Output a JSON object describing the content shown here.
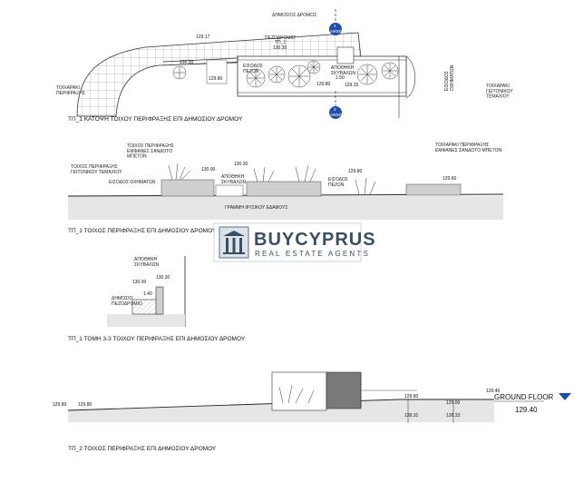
{
  "plan": {
    "road_label": "ΔΗΜΟΣΙΟΣ ΔΡΟΜΟΣ",
    "sidewalk_label": "ΠΕΖΟΔΡΟΜΙΟ",
    "tp1_tag": "ΤΠ_1",
    "pedestrian_entrance": "ΕΙΣΟΔΟΣ\nΠΕΖΩΝ",
    "bin_storage": "ΑΠΟΘΗΚΗ\nΣΚΥΒΑΛΩΝ",
    "neighbor_left": "ΤΟΙΧΑΡΑΚΙ\nΠΕΡΙΦΡΑΞΗΣ",
    "neighbor_right": "ΤΟΙΧΑΡΑΚΙ\nΓΕΙΤΟΝΙΚΟΥ\nΤΕΜΑΧΙΟΥ",
    "vehicle_entrance": "ΕΙΣΟΔΟΣ\nΟΧΗΜΑΤΩΝ",
    "levels": [
      "129.17",
      "130.30",
      "129.80",
      "129.15",
      "1.50",
      "130.30",
      "129.80"
    ],
    "section_num": "3",
    "section_sheet": "A9000",
    "caption": "ΤΠ_1 ΚΑΤΟΨΗ ΤΟΙΧΟΥ ΠΕΡΙΦΡΑΞΗΣ ΕΠΙ ΔΗΜΟΣΙΟΥ ΔΡΟΜΟΥ"
  },
  "elevation1": {
    "left_note": "ΤΟΙΧΟΣ ΠΕΡΙΦΡΑΞΗΣ\nΓΕΙΤΟΝΙΚΟΥ ΤΕΜΑΧΙΟΥ",
    "center_note": "ΤΟΙΧΟΣ ΠΕΡΙΦΡΑΞΗΣ\nΕΜΦΑΝΕΣ ΣΑΝΔΟΤΟ\nΜΠΕΤΟΝ",
    "right_note": "ΤΟΙΧΑΡΑΚΙ ΠΕΡΙΦΡΑΞΗΣ\nΕΜΦΑΝΕΣ ΣΑΝΔΟΤΟ ΜΠΕΤΟΝ",
    "vehicle_entrance": "ΕΙΣΟΔΟΣ ΟΧΗΜΑΤΩΝ",
    "bin_storage": "ΑΠΟΘΗΚΗ\nΣΚΥΒΑΛΩΝ",
    "pedestrian_entrance": "ΕΙΣΟΔΟΣ\nΠΕΖΩΝ",
    "ground_line": "ΓΡΑΜΜΗ ΦΥΣΙΚΟΥ ΕΔΑΦΟΥΣ",
    "levels": [
      "130.00",
      "130.30",
      "129.80",
      "129.60"
    ],
    "caption": "ΤΠ_1 ΤΟΙΧΟΣ ΠΕΡΙΦΡΑΞΗΣ ΕΠΙ ΔΗΜΟΣΙΟΥ ΔΡΟΜΟΥ"
  },
  "section": {
    "bin_storage": "ΑΠΟΘΗΚΗ\nΣΚΥΒΑΛΩΝ",
    "sidewalk": "ΔΗΜΟΣΙΟ\nΠΕΖΟΔΡΟΜΙΟ",
    "levels": [
      "130.30",
      "130.00",
      "1.40"
    ],
    "caption": "ΤΠ_1 ΤΟΜΗ 3-3 ΤΟΙΧΟΥ ΠΕΡΙΦΡΑΞΗΣ ΕΠΙ ΔΗΜΟΣΙΟΥ ΔΡΟΜΟΥ"
  },
  "elevation2": {
    "levels": [
      "129.80",
      "129.80",
      "129.80",
      "129.00",
      "129.40",
      "128.31",
      "128.33"
    ],
    "ground_floor": "GROUND FLOOR",
    "ground_floor_level": "129.40",
    "caption": "ΤΠ_2 ΤΟΙΧΟΣ ΠΕΡΙΦΡΑΞΗΣ ΕΠΙ ΔΗΜΟΣΙΟΥ ΔΡΟΜΟΥ"
  },
  "watermark": {
    "brand": "BUYCYPRUS",
    "tagline": "REAL ESTATE AGENTS"
  },
  "colors": {
    "line": "#222222",
    "ground": "#e6e6e6",
    "wall": "#bdbdbd",
    "glass": "#7a7a7a",
    "marker": "#1f4fa8",
    "watermark": "#3a4f63"
  }
}
